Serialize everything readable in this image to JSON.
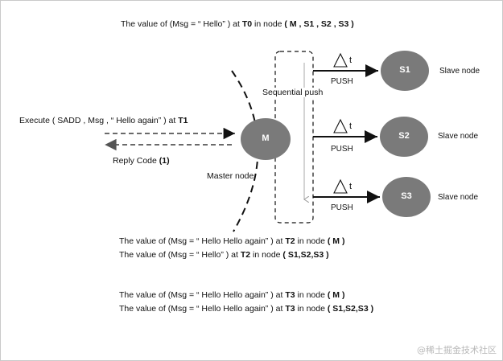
{
  "top_line": {
    "prefix": "The value of (Msg = “ Hello” )  at",
    "time": "T0",
    "mid": "in node",
    "nodes": "( M , S1 , S2 , S3 )"
  },
  "execute": {
    "prefix": "Execute ( SADD , Msg , “ Hello again” ) at",
    "time": "T1"
  },
  "reply": {
    "prefix": "Reply Code",
    "value": "(1)"
  },
  "master_label": "Master node",
  "sequential_push_label": "Sequential push",
  "master_node": {
    "label": "M"
  },
  "slaves": [
    {
      "label": "S1",
      "role": "Slave node",
      "push": "PUSH",
      "delta": "t"
    },
    {
      "label": "S2",
      "role": "Slave node",
      "push": "PUSH",
      "delta": "t"
    },
    {
      "label": "S3",
      "role": "Slave node",
      "push": "PUSH",
      "delta": "t"
    }
  ],
  "t2_lines": [
    {
      "prefix": "The value of (Msg = “ Hello Hello again” )  at",
      "time": "T2",
      "mid": "in node",
      "nodes": "( M )"
    },
    {
      "prefix": "The value of (Msg = “ Hello” )  at",
      "time": "T2",
      "mid": "in node",
      "nodes": "( S1,S2,S3 )"
    }
  ],
  "t3_lines": [
    {
      "prefix": "The value of (Msg = “ Hello Hello again” )  at",
      "time": "T3",
      "mid": "in node",
      "nodes": "( M )"
    },
    {
      "prefix": "The value of (Msg = “ Hello Hello again” )  at",
      "time": "T3",
      "mid": "in node",
      "nodes": "( S1,S2,S3 )"
    }
  ],
  "watermark": "@稀土掘金技术社区",
  "colors": {
    "node_fill": "#7a7a7a",
    "line": "#111111",
    "dashed_arrow": "#555555"
  }
}
